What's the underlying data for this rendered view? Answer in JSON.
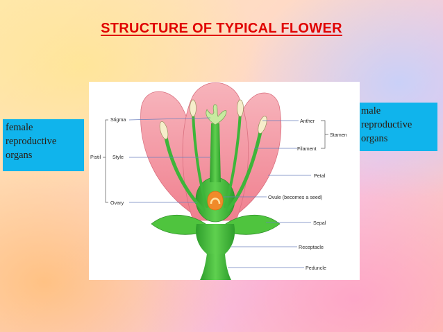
{
  "title": "STRUCTURE OF TYPICAL FLOWER",
  "female_callout": [
    "female",
    "reproductive",
    "organs"
  ],
  "male_callout": [
    "male",
    "reproductive",
    "organs"
  ],
  "labels": {
    "stigma": "Stigma",
    "style": "Style",
    "ovary": "Ovary",
    "pistil": "Pistil",
    "anther": "Anther",
    "filament": "Filament",
    "stamen": "Stamen",
    "petal": "Petal",
    "ovule": "Ovule (becomes a seed)",
    "sepal": "Sepal",
    "receptacle": "Receptacle",
    "peduncle": "Peduncle"
  },
  "colors": {
    "title": "#e00000",
    "callout": "#10b4ec",
    "petal": "#f59aa5",
    "stem": "#3eb53a",
    "ovule": "#f08a2a"
  }
}
